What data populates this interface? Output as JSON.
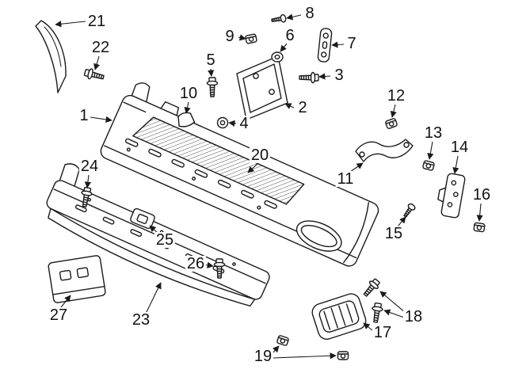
{
  "diagram": {
    "background": "#ffffff",
    "line_color": "#1a1a1a",
    "callouts": [
      "1",
      "2",
      "3",
      "4",
      "5",
      "6",
      "7",
      "8",
      "9",
      "10",
      "11",
      "12",
      "13",
      "14",
      "15",
      "16",
      "17",
      "18",
      "19",
      "20",
      "21",
      "22",
      "23",
      "24",
      "25",
      "26",
      "27"
    ]
  }
}
